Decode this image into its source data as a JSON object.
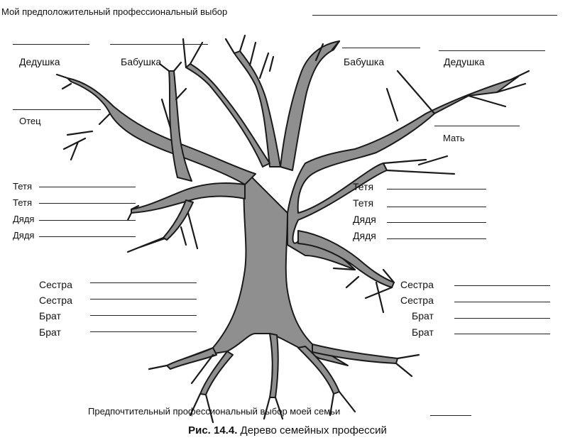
{
  "header": {
    "choice_label": "Мой предположительный профессиональный выбор"
  },
  "top_left": {
    "grandfather": "Дедушка",
    "grandmother": "Бабушка",
    "father": "Отец"
  },
  "top_right": {
    "grandmother": "Бабушка",
    "grandfather": "Дедушка",
    "mother": "Мать"
  },
  "relatives_left": [
    "Тетя",
    "Тетя",
    "Дядя",
    "Дядя"
  ],
  "relatives_right": [
    "Тетя",
    "Тетя",
    "Дядя",
    "Дядя"
  ],
  "siblings_left": [
    "Сестра",
    "Сестра",
    "Брат",
    "Брат"
  ],
  "siblings_right": [
    "Сестра",
    "Сестра",
    "Брат",
    "Брат"
  ],
  "footer": {
    "family_choice_label": "Предпочтительный профессиональный выбор моей семьи",
    "figure_number": "Рис. 14.4.",
    "figure_title": "Дерево семейных профессий"
  },
  "colors": {
    "trunk": "#8f8f8f",
    "outline": "#1a1a1a"
  }
}
